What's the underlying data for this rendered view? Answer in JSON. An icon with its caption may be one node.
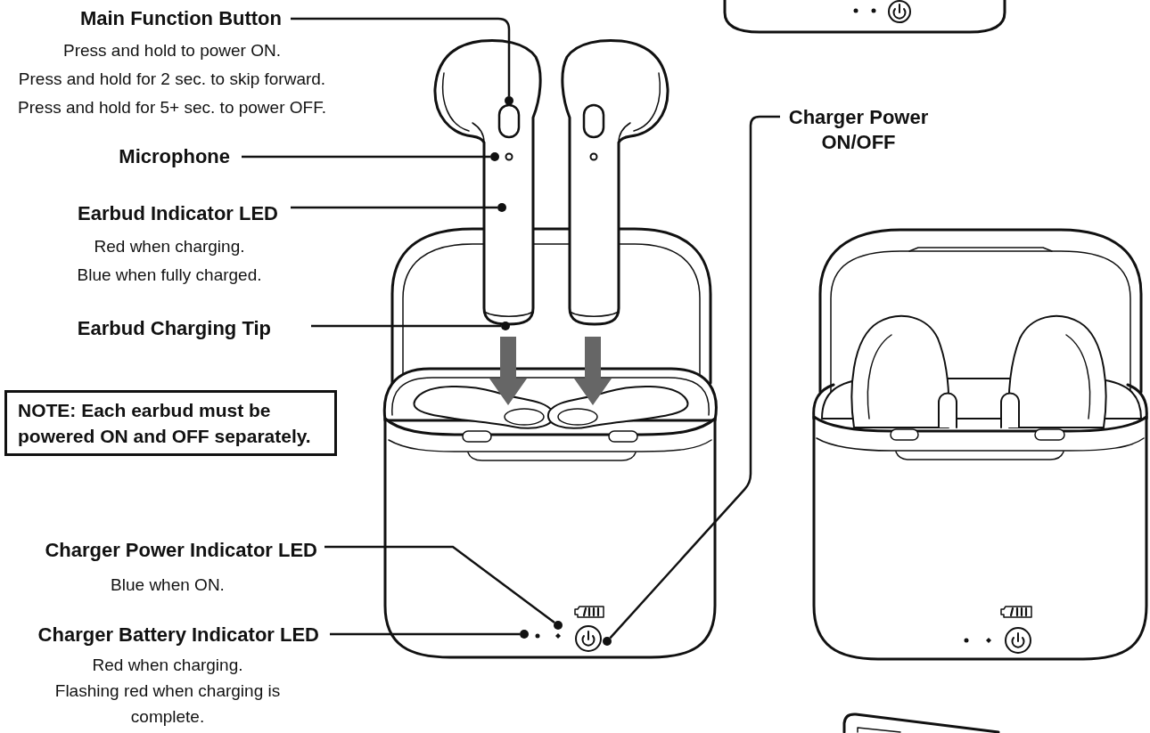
{
  "diagram": {
    "nodes": [
      {
        "text": [
          "Main Function Button",
          "Press and hold to power ON.",
          "Press and hold for 2 sec. to skip forward.",
          "Press and hold for 5+ sec. to power OFF."
        ]
      },
      {
        "text": [
          "Microphone"
        ]
      },
      {
        "text": [
          "Earbud Indicator LED",
          "Red when charging.",
          "Blue when fully charged."
        ]
      },
      {
        "text": [
          "Earbud Charging Tip"
        ]
      },
      {
        "text": [
          "NOTE: Each earbud must be powered ON and OFF separately."
        ]
      },
      {
        "text": [
          "Charger Power Indicator LED",
          "Blue when ON."
        ]
      },
      {
        "text": [
          "Charger Battery Indicator LED",
          "Red when charging.",
          "Flashing red when charging is complete."
        ]
      },
      {
        "text": [
          "Charger Power ON/OFF"
        ]
      },
      {
        "text": [],
        "shape": "circle"
      },
      {
        "text": [],
        "shape": "circle"
      },
      {
        "text": [],
        "shape": "circle"
      },
      {
        "text": [],
        "shape": "circle"
      },
      {
        "text": [],
        "shape": "circle"
      },
      {
        "text": [],
        "shape": "circle"
      },
      {
        "text": [],
        "shape": "circle"
      }
    ],
    "edges": [
      {
        "from": 0,
        "to": 8,
        "arrow": "none"
      },
      {
        "from": 1,
        "to": 9,
        "arrow": "none"
      },
      {
        "from": 2,
        "to": 10,
        "arrow": "none"
      },
      {
        "from": 3,
        "to": 11,
        "arrow": "none"
      },
      {
        "from": 5,
        "to": 12,
        "arrow": "none"
      },
      {
        "from": 6,
        "to": 13,
        "arrow": "none"
      },
      {
        "from": 7,
        "to": 14,
        "arrow": "none"
      }
    ]
  }
}
